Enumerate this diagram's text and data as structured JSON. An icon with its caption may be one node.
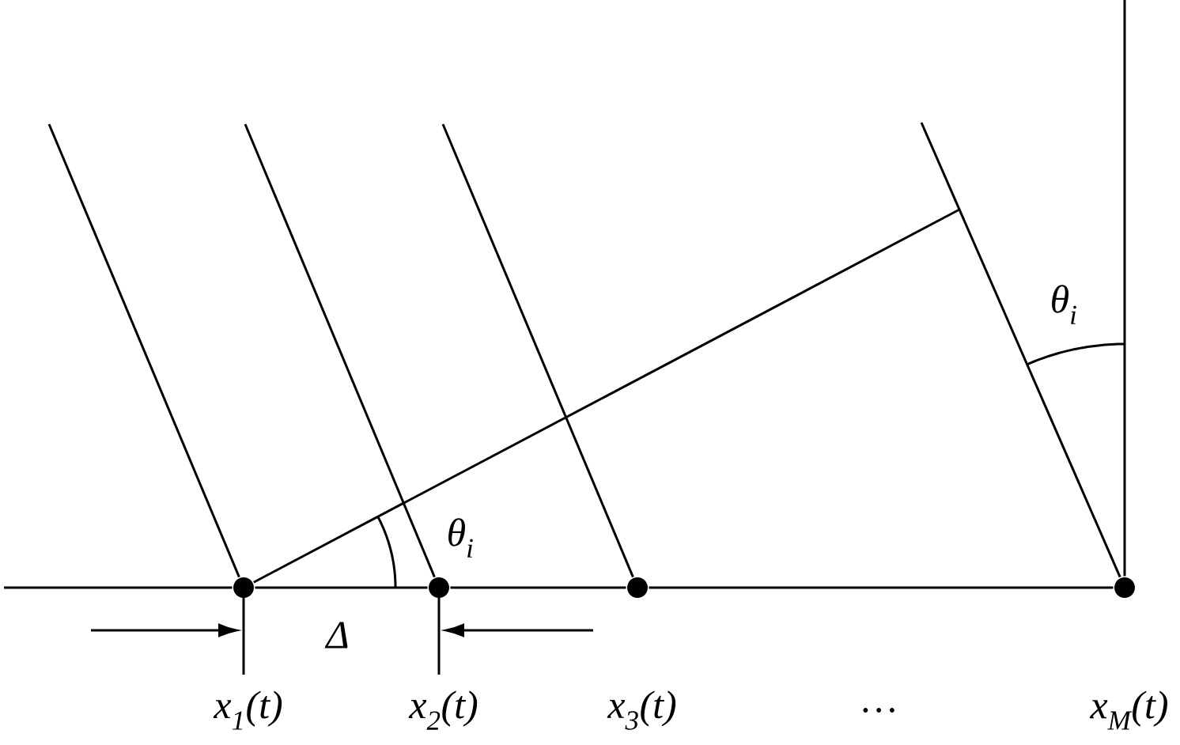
{
  "diagram": {
    "nodes": [
      {
        "text": [],
        "shape": "circle",
        "beside": [
          "x$_{1}$(t)"
        ]
      },
      {
        "text": [],
        "shape": "circle",
        "beside": [
          "x$_{2}$(t)"
        ]
      },
      {
        "text": [],
        "shape": "circle",
        "beside": [
          "x$_{3}$(t)"
        ]
      },
      {
        "text": [],
        "shape": "circle",
        "beside": [
          "x$_{M}$(t)"
        ]
      }
    ],
    "edges": [
      {
        "from": null,
        "to": 0,
        "arrow": "none"
      },
      {
        "from": 0,
        "to": 1,
        "arrow": "none"
      },
      {
        "from": 1,
        "to": 2,
        "arrow": "none"
      },
      {
        "from": 2,
        "to": 3,
        "arrow": "none"
      },
      {
        "from": null,
        "to": 0,
        "arrow": "none"
      },
      {
        "from": null,
        "to": 1,
        "arrow": "none"
      },
      {
        "from": null,
        "to": 2,
        "arrow": "none"
      },
      {
        "from": null,
        "to": 3,
        "arrow": "none"
      },
      {
        "from": 0,
        "to": null,
        "arrow": "none"
      },
      {
        "from": 3,
        "to": null,
        "arrow": "none"
      }
    ],
    "labels": [
      "θ$_{i}$",
      "θ$_{i}$",
      "Δ",
      "…"
    ]
  }
}
